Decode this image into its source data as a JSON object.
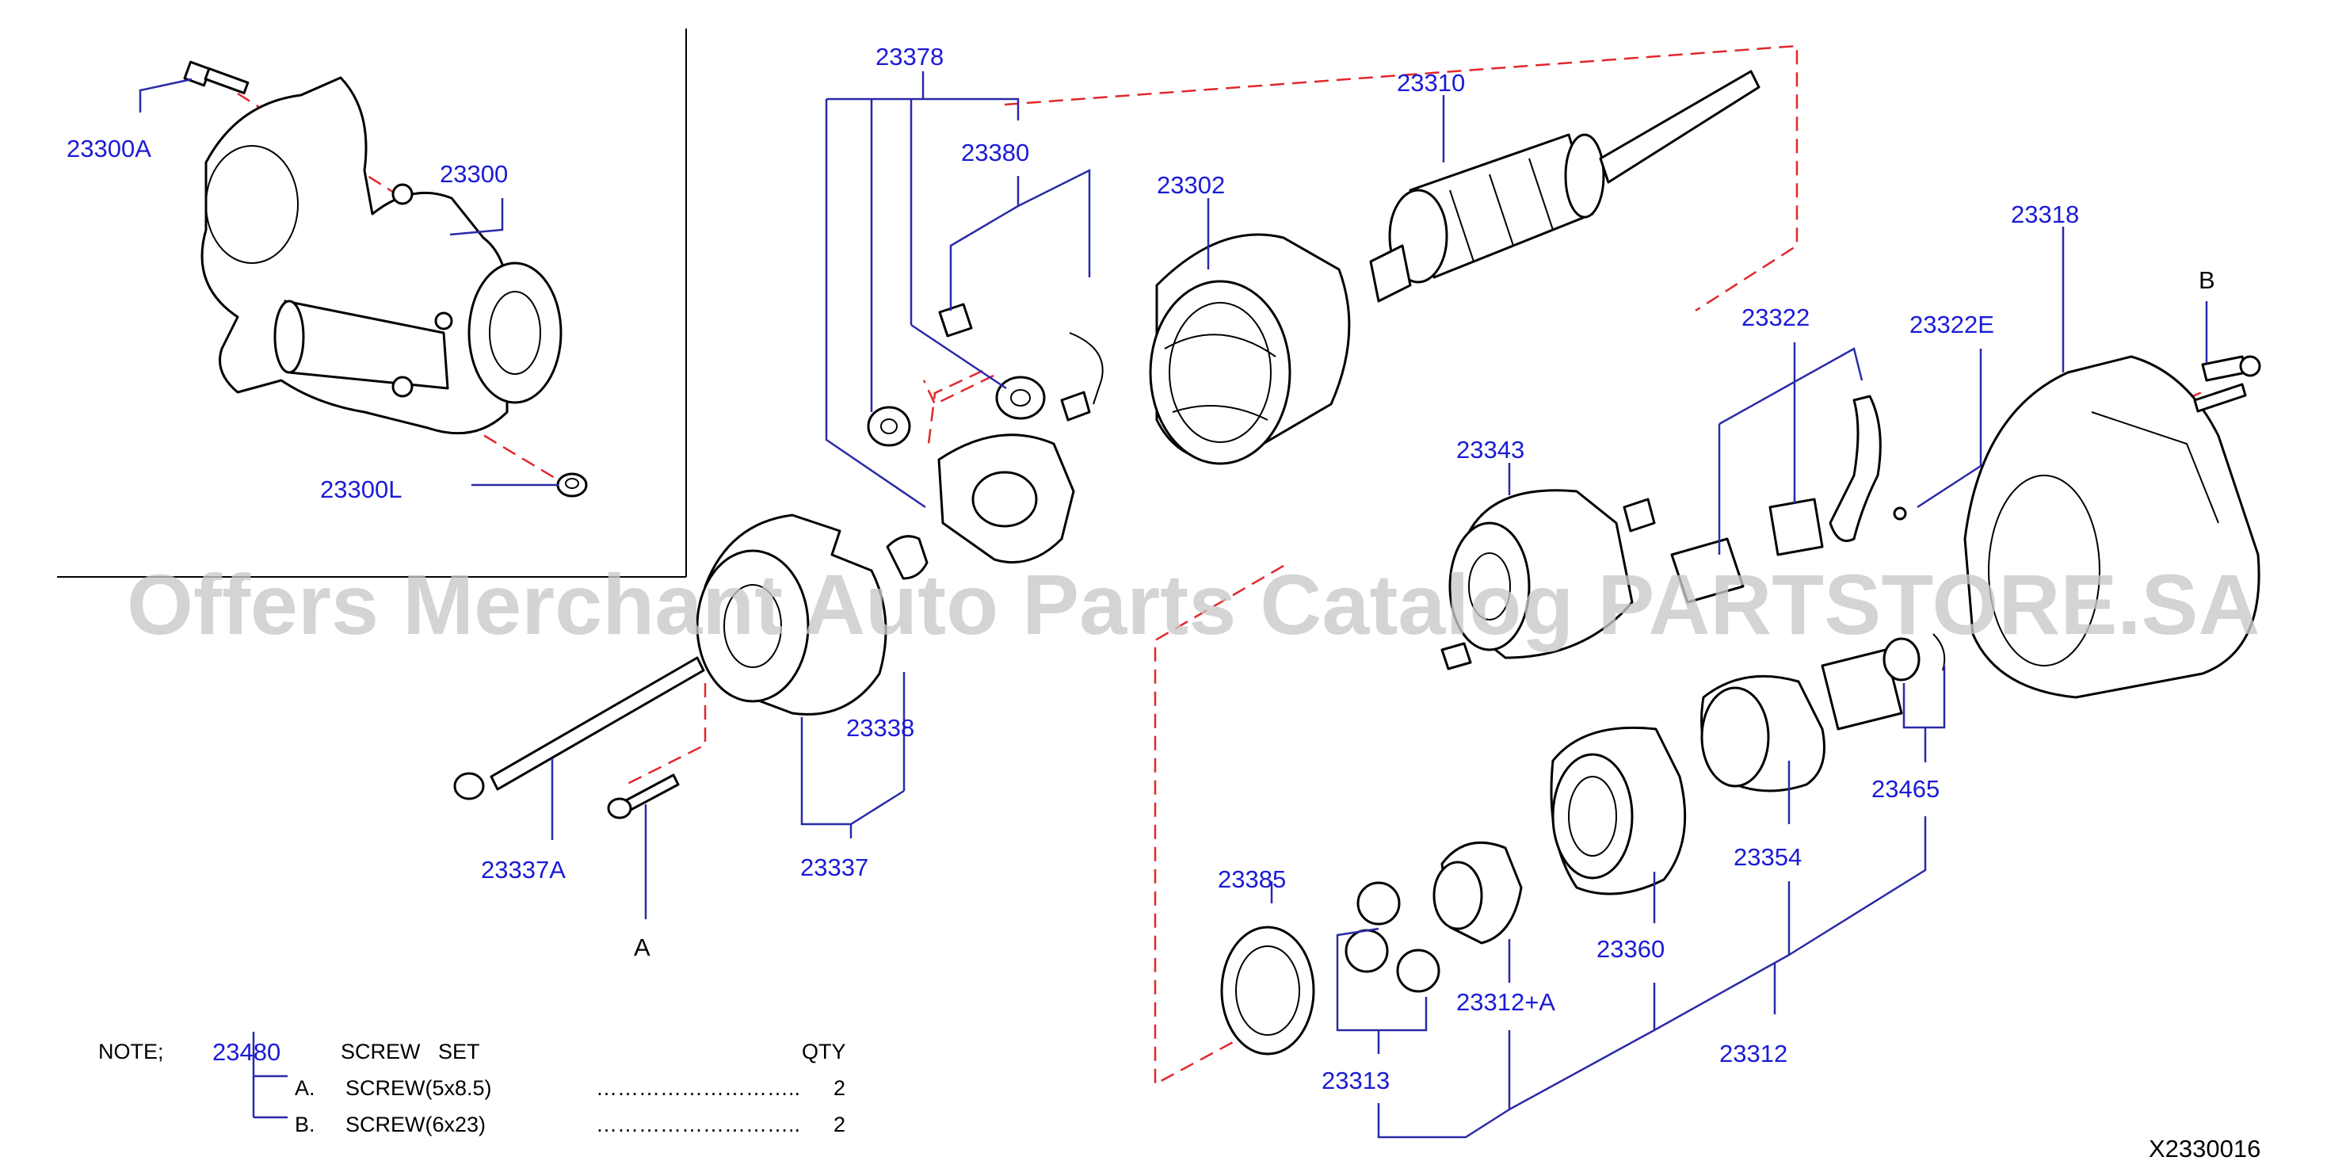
{
  "diagram": {
    "code": "X2330016",
    "watermark": "Offers Merchant Auto Parts Catalog PARTSTORE.SA",
    "colors": {
      "label": "#1b1bd6",
      "leader": "#2a2aa8",
      "dash": "#e0282d"
    },
    "labels": {
      "p23300A": "23300A",
      "p23300": "23300",
      "p23300L": "23300L",
      "p23378": "23378",
      "p23380": "23380",
      "p23302": "23302",
      "p23310": "23310",
      "p23318": "23318",
      "B": "B",
      "p23322": "23322",
      "p23322E": "23322E",
      "p23343": "23343",
      "p23338": "23338",
      "p23337": "23337",
      "p23337A": "23337A",
      "A": "A",
      "p23465": "23465",
      "p23354": "23354",
      "p23360": "23360",
      "p23385": "23385",
      "p23312A": "23312+A",
      "p23312": "23312",
      "p23313": "23313"
    },
    "note": {
      "prefix": "NOTE;",
      "part": "23480",
      "desc": "SCREW   SET",
      "qty_header": "QTY",
      "items": [
        {
          "letter": "A.",
          "name": "SCREW(5x8.5)",
          "dots": "………………………..",
          "qty": "2"
        },
        {
          "letter": "B.",
          "name": "SCREW(6x23)",
          "dots": "………………………..",
          "qty": "2"
        }
      ]
    }
  }
}
